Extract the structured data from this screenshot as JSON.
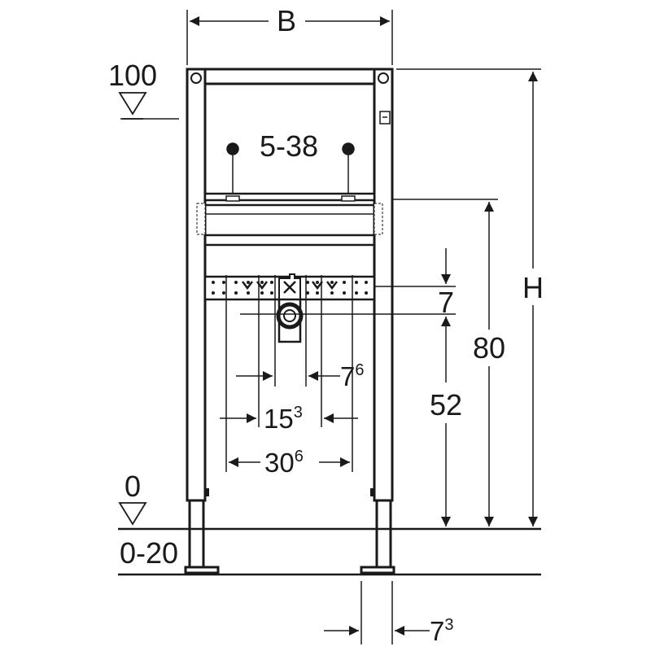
{
  "drawing": {
    "colors": {
      "line": "#1a1a1a",
      "frame_fill": "#ffffff"
    },
    "labels": {
      "width": "B",
      "height": "H",
      "level_top": "100",
      "level_zero": "0",
      "floor_range": "0-20",
      "stud_range": "5-38",
      "offset_7": "7",
      "height_80": "80",
      "height_52": "52",
      "d76_main": "7",
      "d76_sup": "6",
      "d153_main": "15",
      "d153_sup": "3",
      "d306_main": "30",
      "d306_sup": "6",
      "d73_main": "7",
      "d73_sup": "3"
    }
  }
}
